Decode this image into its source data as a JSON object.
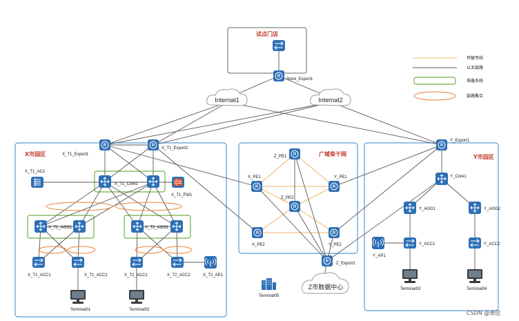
{
  "regions": {
    "store": "试点门店",
    "x_park": "X市园区",
    "backbone": "广域骨干网",
    "y_park": "Y市园区"
  },
  "clouds": {
    "internet1": "Internat1",
    "internet2": "Internat2",
    "z_dc": "Z市数据中心"
  },
  "legend": {
    "transport": "传输专线",
    "ethernet": "以太链路",
    "stack": "堆叠系统",
    "lag": "链路聚合"
  },
  "nodes": {
    "store_export1": "Store_Export1",
    "x_t1_export1": "X_T1_Export1",
    "x_t1_export2": "X_T1_Export2",
    "x_t1_ac1": "X_T1_AC1",
    "x_t1_core1": "X_T1_Core1",
    "x_t1_fw1": "X_T1_FW1",
    "x_t1_agg1": "X_T1_AGG1",
    "x_t2_agg1": "X_T2_AGG1",
    "x_t1_acc1": "X_T1_ACC1",
    "x_t1_acc2": "X_T1_ACC2",
    "x_t2_acc1": "X_T2_ACC1",
    "x_t2_acc2": "X_T2_ACC2",
    "x_t2_ap1": "X_T2_AP1",
    "terminal01": "Terminal01",
    "terminal02": "Terminal02",
    "terminal05": "Terminal05",
    "z_pe1": "Z_PE1",
    "x_pe1": "X_PE1",
    "y_pe1": "Y_PE1",
    "z_pe2": "Z_PE2",
    "x_pe2": "X_PE2",
    "y_pe2": "Y_PE2",
    "z_export1": "Z_Export1",
    "y_export1": "Y_Export1",
    "y_core1": "Y_Core1",
    "y_agg1": "Y_AGG1",
    "y_agg2": "Y_AGG2",
    "y_acc1": "Y_ACC1",
    "y_acc2": "Y_ACC2",
    "y_ap1": "Y_AP1",
    "terminal03": "Terminal03",
    "terminal04": "Terminal04"
  },
  "watermark": "CSDN @卓应",
  "colors": {
    "device": "#2d6fb5",
    "region_border": "#5b9bd5",
    "stack": "#70ad47",
    "lag": "#ed7d31",
    "transport": "#f0b46a",
    "ethernet": "#555555"
  }
}
